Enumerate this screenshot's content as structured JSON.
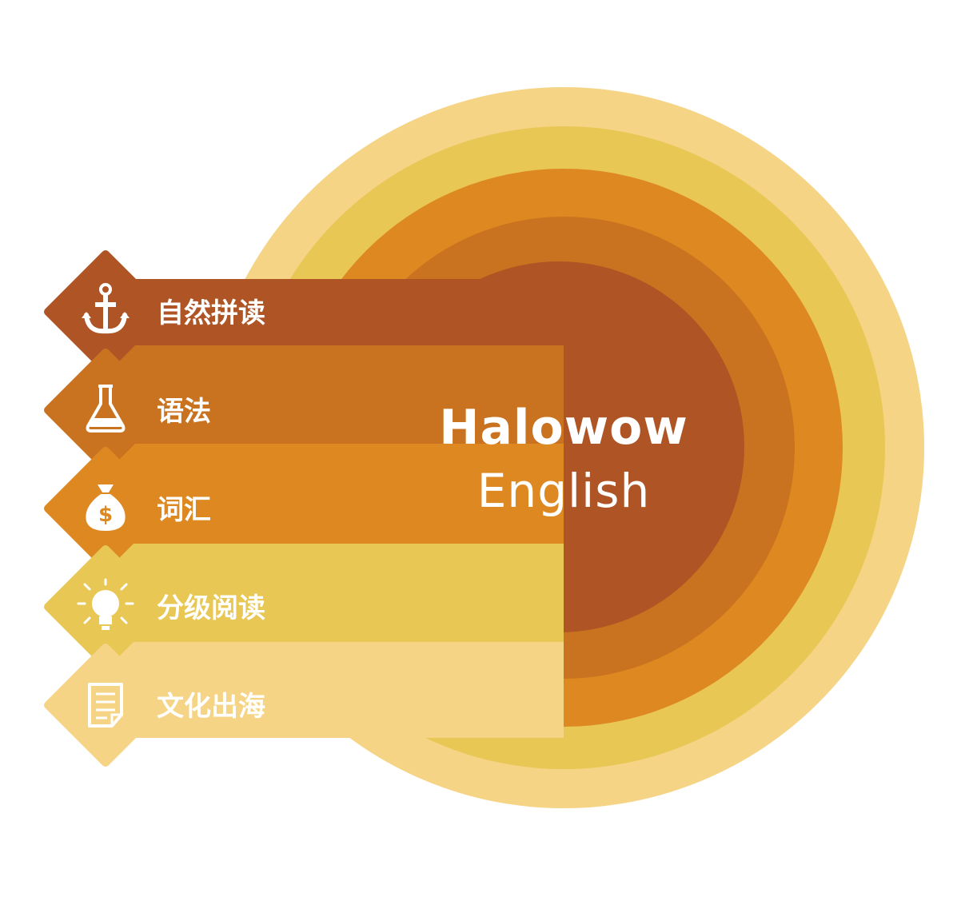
{
  "brand": {
    "line1": "Halowow",
    "line2": "English"
  },
  "rings": [
    {
      "color": "#F5D486"
    },
    {
      "color": "#E8C754"
    },
    {
      "color": "#DE8821"
    },
    {
      "color": "#C97320"
    },
    {
      "color": "#AF5424"
    }
  ],
  "levels": [
    {
      "label": "自然拼读",
      "icon": "anchor-icon",
      "color": "#AF5424"
    },
    {
      "label": "语法",
      "icon": "flask-icon",
      "color": "#C97320"
    },
    {
      "label": "词汇",
      "icon": "money-bag-icon",
      "color": "#DE8821"
    },
    {
      "label": "分级阅读",
      "icon": "lightbulb-icon",
      "color": "#E8C754"
    },
    {
      "label": "文化出海",
      "icon": "document-icon",
      "color": "#F5D486"
    }
  ]
}
